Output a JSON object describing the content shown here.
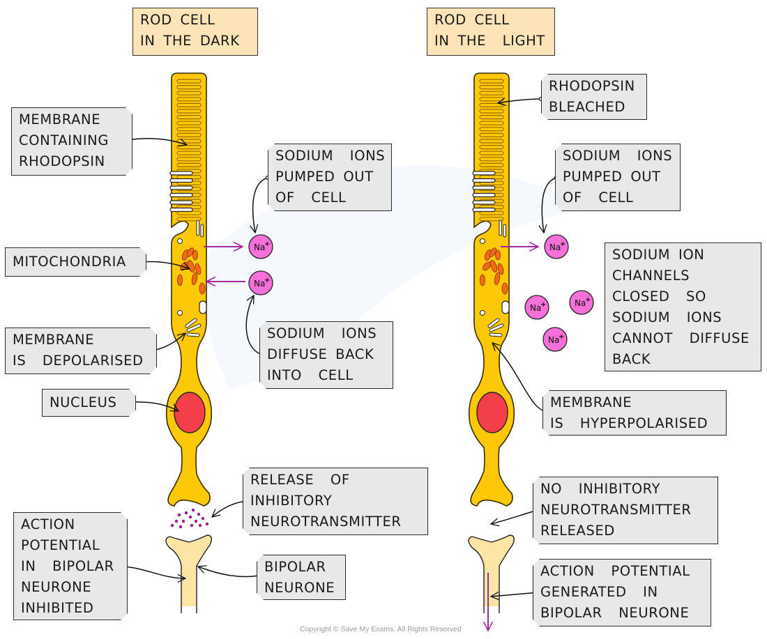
{
  "panels": {
    "dark": {
      "title": "ROD CELL\nIN THE DARK",
      "labels": {
        "membrane_rhodopsin": "MEMBRANE\nCONTAINING\nRHODOPSIN",
        "mitochondria": "MITOCHONDRIA",
        "membrane_depolarised": "MEMBRANE\nIS  DEPOLARISED",
        "nucleus": "NUCLEUS",
        "sodium_pumped": "SODIUM  IONS\nPUMPED OUT\nOF  CELL",
        "sodium_diffuse": "SODIUM  IONS\nDIFFUSE BACK\nINTO  CELL",
        "release_inhibitory": "RELEASE  OF\nINHIBITORY\nNEUROTRANSMITTER",
        "action_potential_inhibited": "ACTION\nPOTENTIAL\nIN  BIPOLAR\nNEURONE\nINHIBITED",
        "bipolar_neurone": "BIPOLAR\nNEURONE"
      },
      "ions": [
        "Na+",
        "Na+"
      ]
    },
    "light": {
      "title": "ROD CELL\nIN THE  LIGHT",
      "labels": {
        "rhodopsin_bleached": "RHODOPSIN\nBLEACHED",
        "sodium_pumped": "SODIUM  IONS\nPUMPED OUT\nOF  CELL",
        "channels_closed": "SODIUM ION\nCHANNELS\nCLOSED  SO\nSODIUM  IONS\nCANNOT  DIFFUSE\nBACK",
        "membrane_hyperpolarised": "MEMBRANE\nIS  HYPERPOLARISED",
        "no_inhibitory": "NO  INHIBITORY\nNEUROTRANSMITTER\nRELEASED",
        "action_potential_generated": "ACTION  POTENTIAL\nGENERATED  IN\nBIPOLAR  NEURONE"
      },
      "ions": [
        "Na+",
        "Na+",
        "Na+",
        "Na+"
      ]
    }
  },
  "ion_symbol": "Na",
  "ion_charge": "+",
  "colors": {
    "rod_cell": "#fdc806",
    "rod_outline": "#3a2a00",
    "disc_stroke": "#a06a00",
    "nucleus": "#f43f4a",
    "mitochondria": "#f26a12",
    "ion": "#f76fd8",
    "arrow_purple": "#a0289a",
    "neurotransmitter": "#a01890",
    "bipolar": "#fde5a6",
    "label_bg": "#e8e8e8",
    "title_bg": "#fde4b8"
  },
  "copyright": "Copyright © Save My Exams. All Rights Reserved"
}
